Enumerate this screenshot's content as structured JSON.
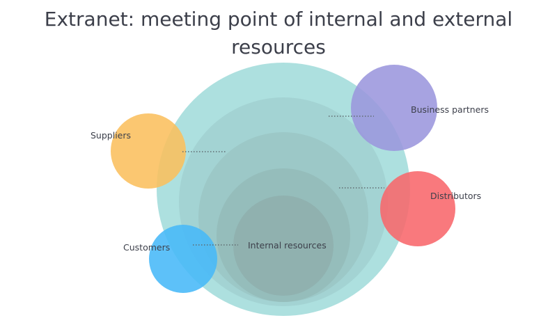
{
  "title": "Extranet: meeting point of internal and external resources",
  "colors": {
    "internal_outer": "#a7dcdb",
    "internal_ring": "#9fcdcb",
    "suppliers": "#fbbf5d",
    "business_partners": "#9b96dd",
    "distributors": "#f8676b",
    "customers": "#47b8f8",
    "connector": "#666666",
    "text": "#3c3f4a"
  },
  "labels": {
    "suppliers": "Suppliers",
    "business_partners": "Business partners",
    "distributors": "Distributors",
    "customers": "Customers",
    "internal_resources": "Internal resources"
  }
}
